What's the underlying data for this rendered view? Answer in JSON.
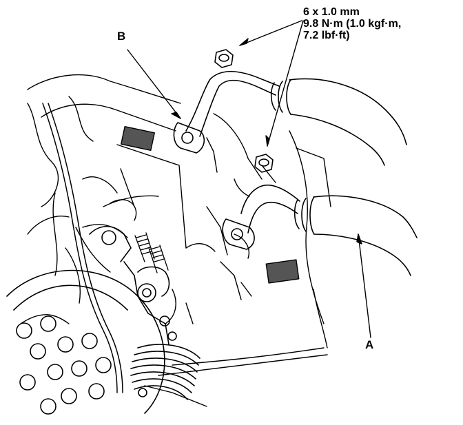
{
  "callouts": {
    "spec_line1": "6 x 1.0 mm",
    "spec_line2": "9.8 N·m (1.0 kgf·m,",
    "spec_line3": "7.2 lbf·ft)",
    "label_b": "B",
    "label_a": "A"
  },
  "colors": {
    "ink": "#000000",
    "paper": "#ffffff",
    "label_patch": "#555555"
  }
}
